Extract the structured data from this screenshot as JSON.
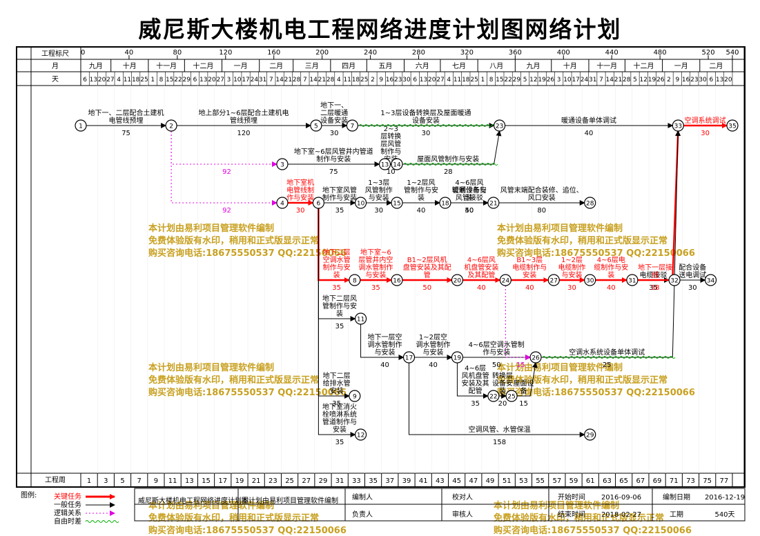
{
  "title": "威尼斯大楼机电工程网络进度计划图网络计划",
  "colors": {
    "critical": "#ff0000",
    "normal": "#000000",
    "logic": "#e000e0",
    "free": "#00b000",
    "watermark": "#c8a020"
  },
  "scale": {
    "label": "工程标尺",
    "ticks": [
      "0",
      "40",
      "80",
      "120",
      "160",
      "200",
      "240",
      "280",
      "320",
      "360",
      "400",
      "440",
      "480",
      "520",
      "540"
    ],
    "ticks_at": [
      0,
      40,
      80,
      120,
      160,
      200,
      240,
      280,
      320,
      360,
      400,
      440,
      480,
      520,
      540
    ]
  },
  "months": {
    "label": "月",
    "items": [
      {
        "name": "九月",
        "start": 0,
        "end": 25
      },
      {
        "name": "十月",
        "start": 25,
        "end": 56
      },
      {
        "name": "十一月",
        "start": 56,
        "end": 86
      },
      {
        "name": "十二月",
        "start": 86,
        "end": 117
      },
      {
        "name": "一月",
        "start": 117,
        "end": 148
      },
      {
        "name": "二月",
        "start": 148,
        "end": 176
      },
      {
        "name": "三月",
        "start": 176,
        "end": 207
      },
      {
        "name": "四月",
        "start": 207,
        "end": 237
      },
      {
        "name": "五月",
        "start": 237,
        "end": 268
      },
      {
        "name": "六月",
        "start": 268,
        "end": 298
      },
      {
        "name": "七月",
        "start": 298,
        "end": 329
      },
      {
        "name": "八月",
        "start": 329,
        "end": 360
      },
      {
        "name": "九月",
        "start": 360,
        "end": 390
      },
      {
        "name": "十月",
        "start": 390,
        "end": 421
      },
      {
        "name": "十一月",
        "start": 421,
        "end": 451
      },
      {
        "name": "十二月",
        "start": 451,
        "end": 482
      },
      {
        "name": "一月",
        "start": 482,
        "end": 513
      },
      {
        "name": "二月",
        "start": 513,
        "end": 540
      }
    ]
  },
  "days": {
    "label": "天",
    "items": [
      "6",
      "13",
      "20",
      "27",
      "4",
      "11",
      "18",
      "25",
      "1",
      "8",
      "15",
      "22",
      "29",
      "6",
      "13",
      "20",
      "27",
      "3",
      "10",
      "17",
      "24",
      "31",
      "7",
      "14",
      "21",
      "28",
      "7",
      "14",
      "21",
      "28",
      "4",
      "11",
      "18",
      "25",
      "2",
      "9",
      "16",
      "23",
      "30",
      "6",
      "13",
      "20",
      "27",
      "4",
      "11",
      "18",
      "25",
      "1",
      "8",
      "15",
      "22",
      "29",
      "5",
      "12",
      "19",
      "26",
      "3",
      "10",
      "17",
      "24",
      "31",
      "7",
      "14",
      "21",
      "28",
      "5",
      "12",
      "19",
      "26",
      "2",
      "9",
      "16",
      "23",
      "30",
      "6",
      "13",
      "20"
    ]
  },
  "weeks": {
    "label": "工程周",
    "items": [
      "1",
      "3",
      "5",
      "7",
      "9",
      "11",
      "13",
      "15",
      "17",
      "19",
      "21",
      "23",
      "25",
      "27",
      "29",
      "31",
      "33",
      "35",
      "37",
      "39",
      "41",
      "43",
      "45",
      "47",
      "49",
      "51",
      "53",
      "55",
      "57",
      "59",
      "61",
      "63",
      "65",
      "67",
      "69",
      "71",
      "73",
      "75",
      "77"
    ]
  },
  "nodes": [
    {
      "id": "1",
      "t": 0,
      "r": 0
    },
    {
      "id": "2",
      "t": 75,
      "r": 0
    },
    {
      "id": "3",
      "t": 167,
      "r": 1
    },
    {
      "id": "4",
      "t": 167,
      "r": 2
    },
    {
      "id": "5",
      "t": 195,
      "r": 0
    },
    {
      "id": "6",
      "t": 197,
      "r": 2
    },
    {
      "id": "7",
      "t": 225,
      "r": 0
    },
    {
      "id": "8",
      "t": 227,
      "r": 4
    },
    {
      "id": "9",
      "t": 227,
      "r": 7
    },
    {
      "id": "10",
      "t": 232,
      "r": 2
    },
    {
      "id": "11",
      "t": 232,
      "r": 5
    },
    {
      "id": "12",
      "t": 232,
      "r": 8
    },
    {
      "id": "13",
      "t": 252,
      "r": 1
    },
    {
      "id": "14",
      "t": 262,
      "r": 1
    },
    {
      "id": "15",
      "t": 262,
      "r": 2
    },
    {
      "id": "16",
      "t": 262,
      "r": 4
    },
    {
      "id": "17",
      "t": 272,
      "r": 6
    },
    {
      "id": "18",
      "t": 302,
      "r": 2
    },
    {
      "id": "19",
      "t": 312,
      "r": 6
    },
    {
      "id": "20",
      "t": 312,
      "r": 4
    },
    {
      "id": "21",
      "t": 342,
      "r": 2
    },
    {
      "id": "22",
      "t": 342,
      "r": 7
    },
    {
      "id": "23",
      "t": 347,
      "r": 0
    },
    {
      "id": "24",
      "t": 352,
      "r": 4
    },
    {
      "id": "25",
      "t": 357,
      "r": 7
    },
    {
      "id": "26",
      "t": 377,
      "r": 6
    },
    {
      "id": "27",
      "t": 392,
      "r": 4
    },
    {
      "id": "28",
      "t": 422,
      "r": 2
    },
    {
      "id": "29",
      "t": 422,
      "r": 8
    },
    {
      "id": "30",
      "t": 422,
      "r": 4
    },
    {
      "id": "31",
      "t": 457,
      "r": 4
    },
    {
      "id": "32",
      "t": 492,
      "r": 4
    },
    {
      "id": "33",
      "t": 495,
      "r": 0
    },
    {
      "id": "34",
      "t": 522,
      "r": 4
    },
    {
      "id": "35",
      "t": 540,
      "r": 0
    }
  ],
  "activities": [
    {
      "from": "1",
      "to": "2",
      "kind": "normal",
      "name": "地下一、二层配合土建机电管线预埋",
      "dur": "75"
    },
    {
      "from": "2",
      "to": "5",
      "kind": "normal",
      "name": "地上部分1~6层配合土建机电管线预埋",
      "dur": "120"
    },
    {
      "from": "5",
      "to": "7",
      "kind": "normal",
      "name": "地下一、二层暖通设备安装",
      "dur": "30"
    },
    {
      "from": "7",
      "to": "23",
      "kind": "normal",
      "name": "1~3层设备转换层及屋面暖通设备安装",
      "dur": "30"
    },
    {
      "from": "23",
      "to": "33",
      "kind": "normal",
      "name": "暖通设备单体调试",
      "dur": "40"
    },
    {
      "from": "33",
      "to": "35",
      "kind": "critical",
      "name": "空调系统调试",
      "dur": "30"
    },
    {
      "from": "2",
      "to": "3",
      "kind": "logic",
      "name": "",
      "dur": "92"
    },
    {
      "from": "2",
      "to": "4",
      "kind": "logic",
      "name": "",
      "dur": "92"
    },
    {
      "from": "3",
      "to": "13",
      "kind": "normal",
      "name": "地下室~6层风管井内管道制作与安装",
      "dur": "75"
    },
    {
      "from": "13",
      "to": "14",
      "kind": "normal",
      "name": "2~3层转换层风管制作与安装",
      "dur": "10"
    },
    {
      "from": "14",
      "to": "23",
      "kind": "normal",
      "name": "屋面风管制作与安装",
      "dur": "28"
    },
    {
      "from": "4",
      "to": "6",
      "kind": "critical",
      "name": "地下室机电管线制作与安装",
      "dur": "30"
    },
    {
      "from": "6",
      "to": "10",
      "kind": "normal",
      "name": "地下室风管制作与安装",
      "dur": "35"
    },
    {
      "from": "10",
      "to": "15",
      "kind": "normal",
      "name": "1~3层风管制作与安装",
      "dur": "30"
    },
    {
      "from": "15",
      "to": "18",
      "kind": "normal",
      "name": "1~2层风管制作与安装",
      "dur": "40"
    },
    {
      "from": "18",
      "to": "21",
      "kind": "normal",
      "name": "4~6层风管制作与安装",
      "dur": "40"
    },
    {
      "from": "21",
      "to": "28",
      "kind": "normal",
      "name": "风管末端配合装修、追位、风口安装",
      "dur": "80"
    },
    {
      "from": "18",
      "to": "21",
      "kind": "normal",
      "name": "暖通设备与风管接驳",
      "dur": "50"
    },
    {
      "from": "6",
      "to": "8",
      "kind": "critical",
      "name": "地下二层空调水管制作与安装",
      "dur": "35"
    },
    {
      "from": "8",
      "to": "16",
      "kind": "critical",
      "name": "地下室~6层管井内空调水管制作与安装",
      "dur": "35"
    },
    {
      "from": "16",
      "to": "20",
      "kind": "critical",
      "name": "B1~2层风机盘管安装及其配管",
      "dur": "50"
    },
    {
      "from": "20",
      "to": "24",
      "kind": "critical",
      "name": "4~6层风机盘管安装及其配管",
      "dur": "40"
    },
    {
      "from": "24",
      "to": "27",
      "kind": "critical",
      "name": "B1~3层电缆制作与安装",
      "dur": "40"
    },
    {
      "from": "27",
      "to": "30",
      "kind": "critical",
      "name": "1~2层电缆制作与安装",
      "dur": "30"
    },
    {
      "from": "30",
      "to": "31",
      "kind": "critical",
      "name": "4~6层电缆制作与安装",
      "dur": "40"
    },
    {
      "from": "31",
      "to": "32",
      "kind": "normal",
      "name": "电缆接驳",
      "dur": "35"
    },
    {
      "from": "32",
      "to": "34",
      "kind": "normal",
      "name": "配合设备送电调试",
      "dur": "30"
    },
    {
      "from": "31",
      "to": "33",
      "kind": "critical",
      "name": "地下一层接线",
      "dur": "38"
    },
    {
      "from": "6",
      "to": "11",
      "kind": "normal",
      "name": "地下二层风管制作与安装",
      "dur": "35"
    },
    {
      "from": "11",
      "to": "17",
      "kind": "normal",
      "name": "地下一层空调水管制作与安装",
      "dur": "40"
    },
    {
      "from": "17",
      "to": "19",
      "kind": "normal",
      "name": "1~2层空调水管制作与安装",
      "dur": "40"
    },
    {
      "from": "19",
      "to": "26",
      "kind": "normal",
      "name": "4~6层空调水管制作与安装",
      "dur": "50"
    },
    {
      "from": "26",
      "to": "33",
      "kind": "normal",
      "name": "空调水系统设备单体调试",
      "dur": "25"
    },
    {
      "from": "19",
      "to": "22",
      "kind": "normal",
      "name": "4~6层风机盘管安装及其配管",
      "dur": "35"
    },
    {
      "from": "22",
      "to": "25",
      "kind": "normal",
      "name": "转换层设备安装",
      "dur": "20"
    },
    {
      "from": "25",
      "to": "26",
      "kind": "normal",
      "name": "屋面设备",
      "dur": "15"
    },
    {
      "from": "24",
      "to": "26",
      "kind": "logic",
      "name": "",
      "dur": "15"
    },
    {
      "from": "6",
      "to": "9",
      "kind": "normal",
      "name": "地下二层给排水管安装",
      "dur": "35"
    },
    {
      "from": "6",
      "to": "12",
      "kind": "normal",
      "name": "地下室消火栓喷淋系统管道制作与安装",
      "dur": "35"
    },
    {
      "from": "17",
      "to": "29",
      "kind": "normal",
      "name": "空调风管、水管保温",
      "dur": "158"
    }
  ],
  "legend": {
    "label": "图例:",
    "items": [
      {
        "kind": "critical",
        "text": "关键任务"
      },
      {
        "kind": "normal",
        "text": "一般任务"
      },
      {
        "kind": "logic",
        "text": "逻辑关系"
      },
      {
        "kind": "free",
        "text": "自由时差"
      }
    ]
  },
  "info": {
    "project": "威尼斯大楼机电工程网络进度计划图",
    "software": "本计划由易利项目管理软件编制",
    "editor_label": "编制人",
    "reviewer_label": "校对人",
    "start_label": "开始时间",
    "start": "2016-09-06",
    "date_label": "编制日期",
    "date": "2016-12-19",
    "owner_label": "负责人",
    "auditor_label": "审核人",
    "end_label": "结束时间",
    "end": "2018-02-27",
    "period_label": "工期",
    "period": "540天"
  },
  "watermark": {
    "line1": "本计划由易利项目管理软件编制",
    "line2": "免费体验版有水印，稍用和正式版显示正常",
    "line3": "购买咨询电话:18675550537 QQ:22150066"
  }
}
